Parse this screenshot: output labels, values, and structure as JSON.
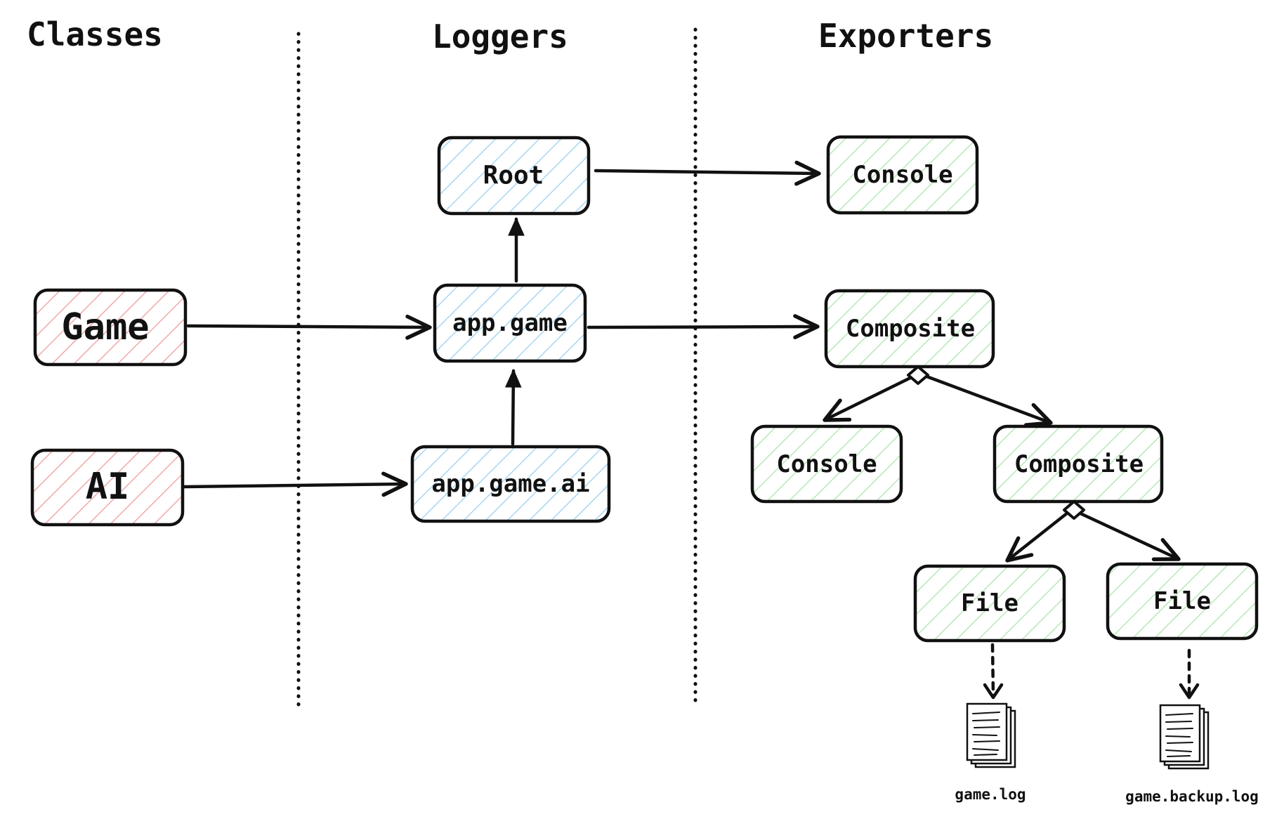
{
  "columns": {
    "classes": "Classes",
    "loggers": "Loggers",
    "exporters": "Exporters"
  },
  "classes": {
    "game": "Game",
    "ai": "AI"
  },
  "loggers": {
    "root": "Root",
    "app_game": "app.game",
    "app_game_ai": "app.game.ai"
  },
  "exporters": {
    "console_top": "Console",
    "composite_top": "Composite",
    "console_sub": "Console",
    "composite_sub": "Composite",
    "file_1": "File",
    "file_2": "File"
  },
  "files": {
    "game_log": "game.log",
    "game_backup_log": "game.backup.log"
  },
  "colors": {
    "class_hatch": "#f2a8a8",
    "logger_hatch": "#a9d6f0",
    "exporter_hatch": "#b8e8b8",
    "stroke": "#111111"
  }
}
